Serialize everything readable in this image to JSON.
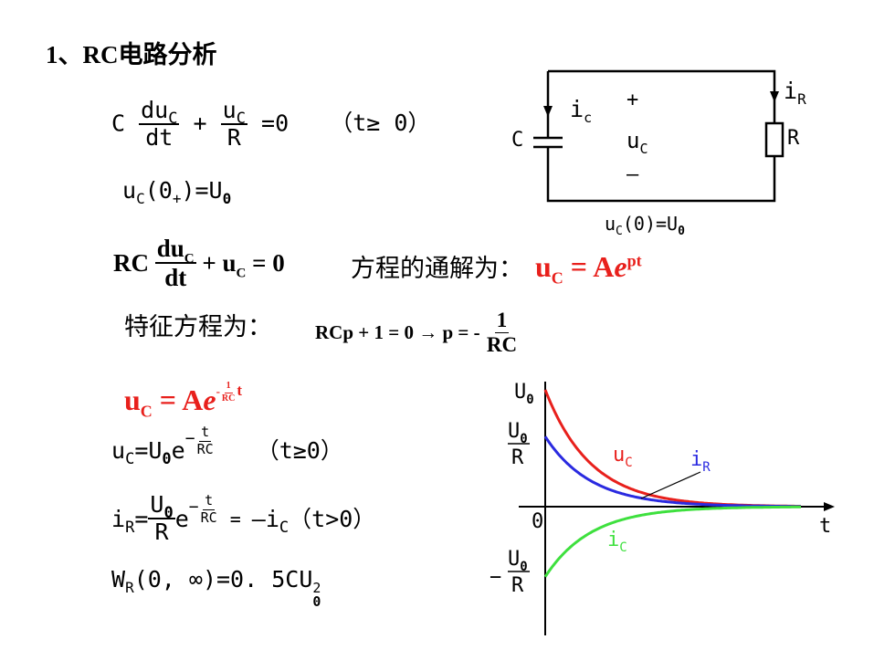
{
  "title": "1、RC电路分析",
  "eq1": {
    "c": "C",
    "du": "du",
    "c_sub": "C",
    "dt": "dt",
    "plus": "+",
    "u": "u",
    "u_sub": "C",
    "r": "R",
    "eq_zero": "=0",
    "cond": "（t≥ 0）"
  },
  "init": {
    "u": "u",
    "sub": "C",
    "arg": "(0",
    "arg_sub": "+",
    "rest": ")=U",
    "rest_sub": "0"
  },
  "circuit": {
    "ic": "i",
    "ic_sub": "c",
    "plus": "+",
    "uc": "u",
    "uc_sub": "C",
    "minus": "—",
    "c_label": "C",
    "ir": "i",
    "ir_sub": "R",
    "r_label": "R",
    "caption": "u",
    "caption_sub": "C",
    "caption_rest": "(0)=U",
    "caption_sub2": "0"
  },
  "eq2": {
    "rc": "RC",
    "du": "du",
    "du_sub": "C",
    "dt": "dt",
    "rest": "+ u",
    "rest_sub": "C",
    "tail": " = 0",
    "label": "方程的通解为：",
    "sol_u": "u",
    "sol_sub": "C",
    "sol_eq": " = A",
    "sol_e": "e",
    "sol_exp": "pt"
  },
  "char_eq": {
    "label": "特征方程为：",
    "lhs": "RCp + 1 = 0 → p = -",
    "num": "1",
    "den": "RC"
  },
  "sol": {
    "u": "u",
    "sub": "C",
    "eq": " = A",
    "e": "e",
    "exp_minus": "-",
    "exp_num": "1",
    "exp_den": "RC",
    "exp_t": "t"
  },
  "uc_eq": {
    "u": "u",
    "sub": "C",
    "eq": "=U",
    "sub0": "0",
    "e": "e",
    "minus": "−",
    "t": "t",
    "rc": "RC",
    "cond": "（t≥0）"
  },
  "ir_eq": {
    "i": "i",
    "sub": "R",
    "eq": "=",
    "num": "U",
    "num_sub": "0",
    "den": "R",
    "e": "e",
    "minus": "−",
    "t": "t",
    "rc": "RC",
    "eq2": " = ",
    "neg": "—",
    "ic": "i",
    "ic_sub": "C",
    "cond": "（t>0）"
  },
  "wr": {
    "w": "W",
    "sub": "R",
    "rest": "(0, ∞)=0. 5CU",
    "sup": "2",
    "sub2": "0"
  },
  "chart_data": {
    "type": "line",
    "xlabel": "t",
    "origin_label": "0",
    "y_tick_labels": [
      "U0",
      "U0/R",
      "-U0/R"
    ],
    "series": [
      {
        "name": "uC",
        "color": "#e8201c",
        "start": 1.0,
        "trend": "exponential decay to 0"
      },
      {
        "name": "iR",
        "color": "#2a2ae0",
        "start": 0.6,
        "trend": "exponential decay to 0"
      },
      {
        "name": "iC",
        "color": "#3ee03e",
        "start": -0.6,
        "trend": "exponential rise to 0"
      }
    ],
    "labels": {
      "y_top": "U",
      "y_top_sub": "0",
      "y_mid_num": "U",
      "y_mid_sub": "0",
      "y_mid_den": "R",
      "y_neg_minus": "−",
      "y_neg_num": "U",
      "y_neg_sub": "0",
      "y_neg_den": "R",
      "uc": "u",
      "uc_sub": "C",
      "ir": "i",
      "ir_sub": "R",
      "ic": "i",
      "ic_sub": "C"
    }
  }
}
